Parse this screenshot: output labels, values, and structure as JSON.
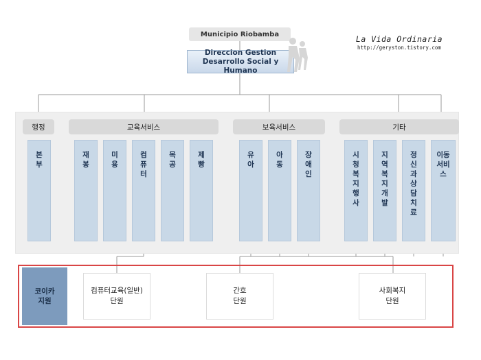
{
  "org": {
    "top": "Municipio Riobamba",
    "direction_line1": "Direccion Gestion",
    "direction_line2": "Desarrollo Social y Humano"
  },
  "brand": {
    "title": "La Vida Ordinaria",
    "url": "http://geryston.tistory.com"
  },
  "categories": [
    "행정",
    "교육서비스",
    "보육서비스",
    "기타"
  ],
  "services": [
    "본부",
    "재봉",
    "미용",
    "컴퓨터",
    "목공",
    "제빵",
    "유아",
    "아동",
    "장애인",
    "시청 복지 행사",
    "지역복지 개발",
    "정신과 상담 치료",
    "이동 서비스"
  ],
  "koica": {
    "line1": "코이카",
    "line2": "지원"
  },
  "units": [
    {
      "line1": "컴퓨터교육(일반)",
      "line2": "단원"
    },
    {
      "line1": "간호",
      "line2": "단원"
    },
    {
      "line1": "사회복지",
      "line2": "단원"
    }
  ]
}
